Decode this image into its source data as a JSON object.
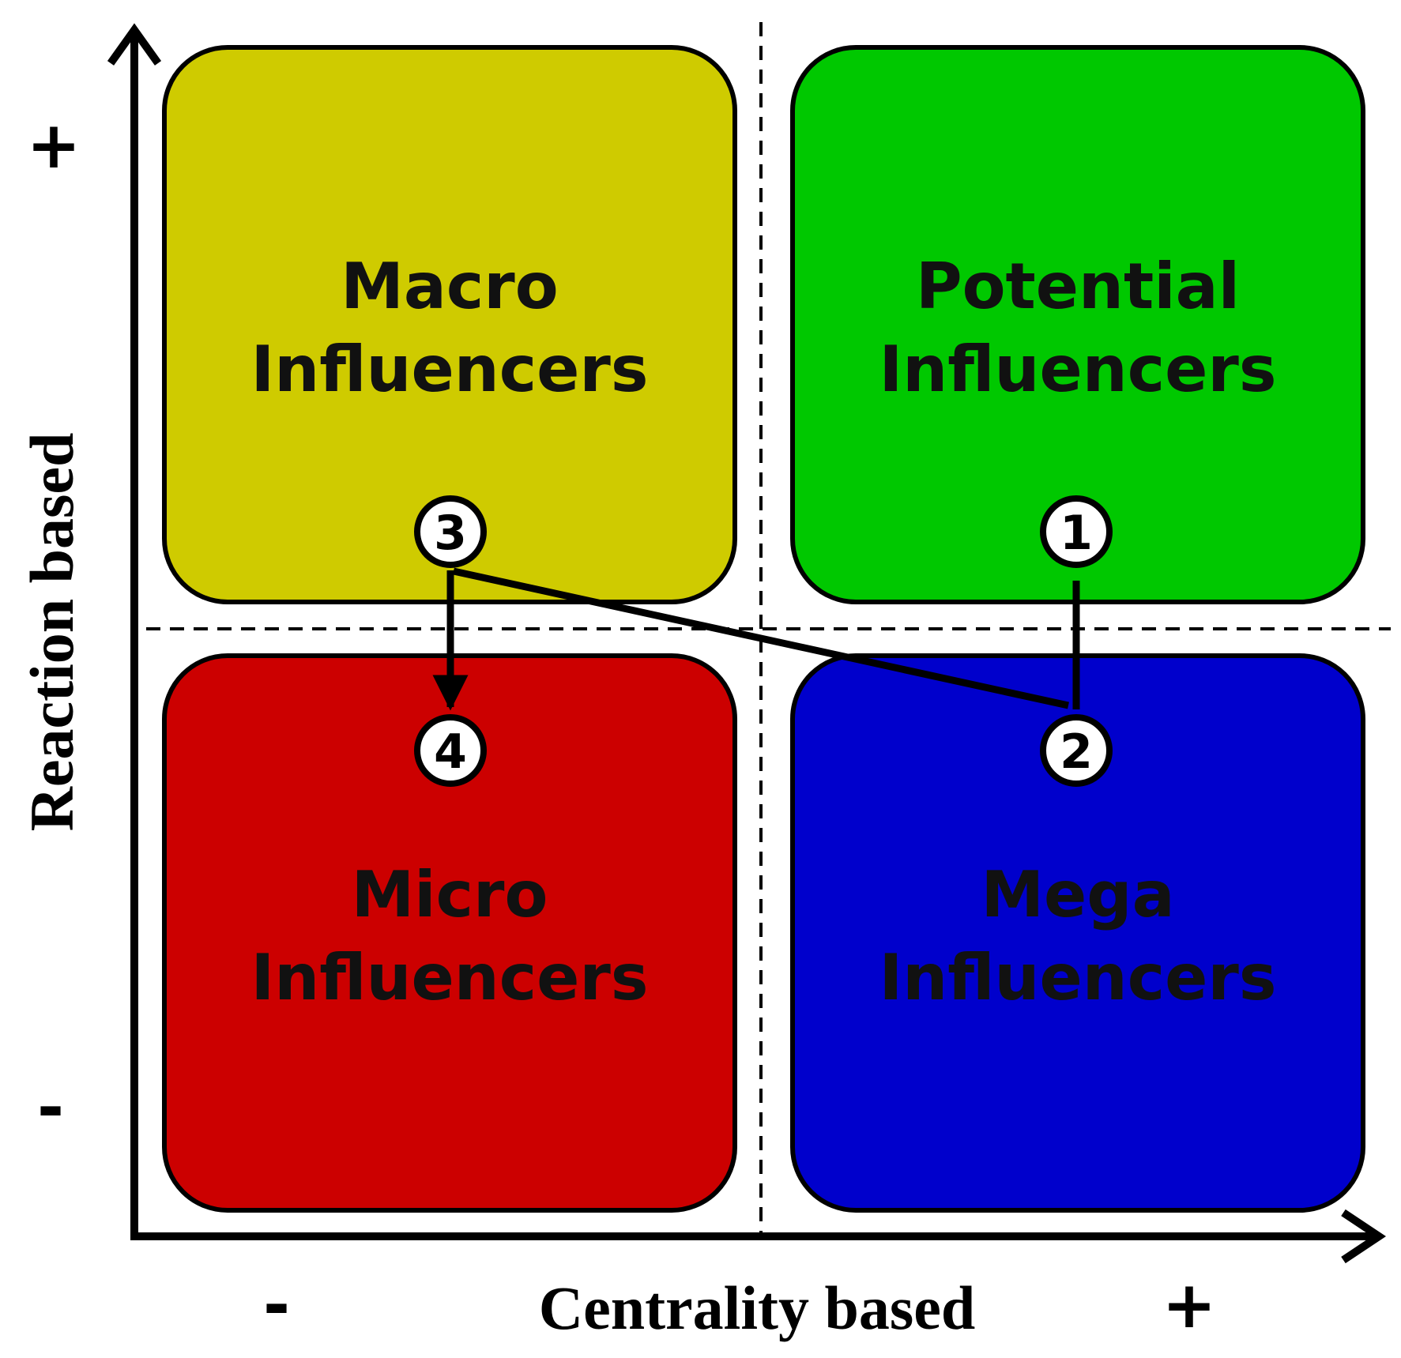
{
  "quadrants": {
    "top_left": {
      "line1": "Macro",
      "line2": "Influencers",
      "color": "#cfcb00"
    },
    "top_right": {
      "line1": "Potential",
      "line2": "Influencers",
      "color": "#00c800"
    },
    "bottom_left": {
      "line1": "Micro",
      "line2": "Influencers",
      "color": "#cc0000"
    },
    "bottom_right": {
      "line1": "Mega",
      "line2": "Influencers",
      "color": "#0000cc"
    }
  },
  "axes": {
    "x_label": "Centrality based",
    "y_label": "Reaction based",
    "x_minus": "-",
    "x_plus": "+",
    "y_plus": "+",
    "y_minus": "-"
  },
  "steps": [
    "1",
    "2",
    "3",
    "4"
  ]
}
